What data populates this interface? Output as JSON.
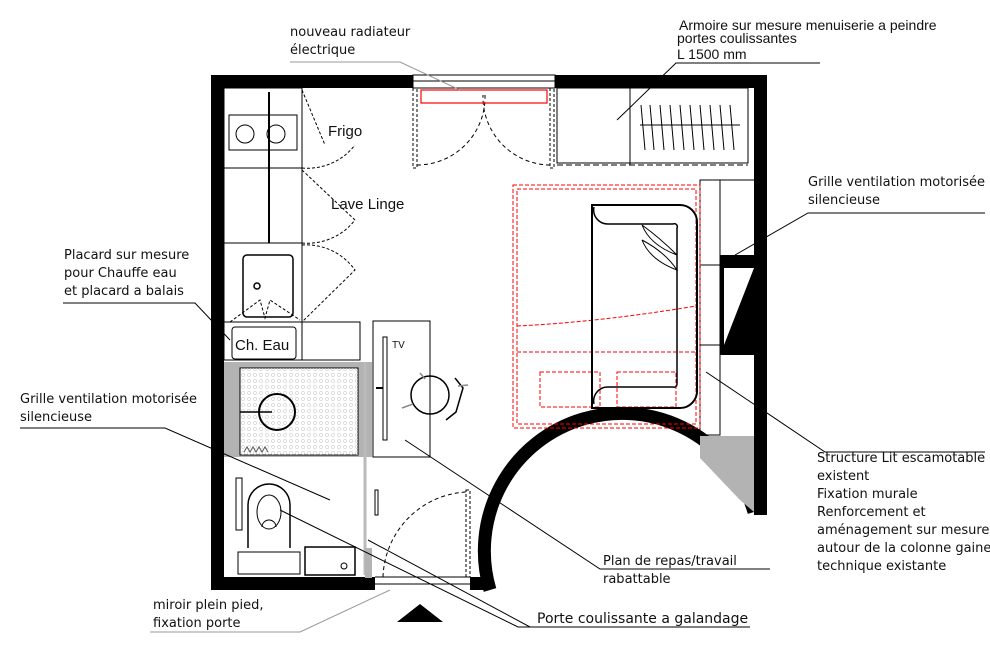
{
  "labels": {
    "radiator": [
      "nouveau radiateur",
      "électrique"
    ],
    "wardrobe": [
      "Armoire sur mesure menuiserie a peindre",
      "portes coulissantes",
      "L 1500 mm"
    ],
    "vent_right": [
      "Grille ventilation motorisée",
      "silencieuse"
    ],
    "placard": [
      "Placard sur mesure",
      "pour Chauffe eau",
      "et placard a balais"
    ],
    "vent_left": [
      "Grille ventilation motorisée",
      "silencieuse"
    ],
    "bed": [
      "Structure Lit escamotable",
      "existent",
      "Fixation murale",
      "Renforcement et",
      "aménagement sur mesure",
      "autour de la colonne gaine",
      "technique existante"
    ],
    "table": [
      "Plan de repas/travail",
      "rabattable"
    ],
    "mirror": [
      "miroir plein pied,",
      "fixation porte"
    ],
    "door": "Porte coulissante a galandage"
  },
  "rooms": {
    "frigo": "Frigo",
    "lave_linge": "Lave Linge",
    "ch_eau": "Ch. Eau",
    "tv": "TV"
  },
  "colors": {
    "wall": "#000000",
    "new_work": "#ff0000",
    "fill_grey": "#b3b3b3"
  }
}
